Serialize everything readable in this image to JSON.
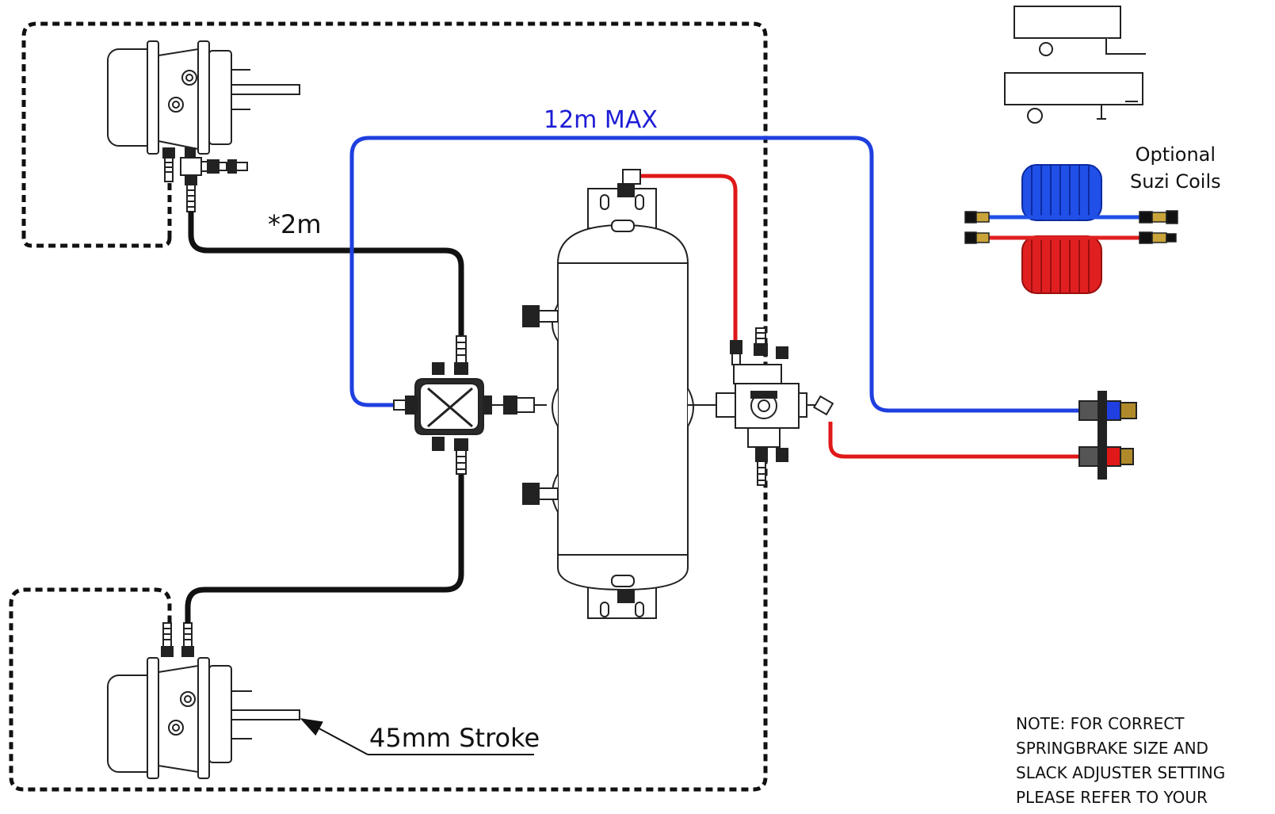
{
  "labels": {
    "max_length": "12m MAX",
    "hose_length": "*2m",
    "stroke": "45mm Stroke",
    "optional_line1": "Optional",
    "optional_line2": "Suzi Coils"
  },
  "note": {
    "lines": [
      "NOTE:  FOR CORRECT",
      "SPRINGBRAKE SIZE AND",
      "SLACK ADJUSTER SETTING",
      "PLEASE REFER TO YOUR"
    ]
  },
  "colors": {
    "control_line": "#1f3fe0",
    "supply_line": "#e01818",
    "hose": "#111111",
    "boundary": "#111111"
  }
}
